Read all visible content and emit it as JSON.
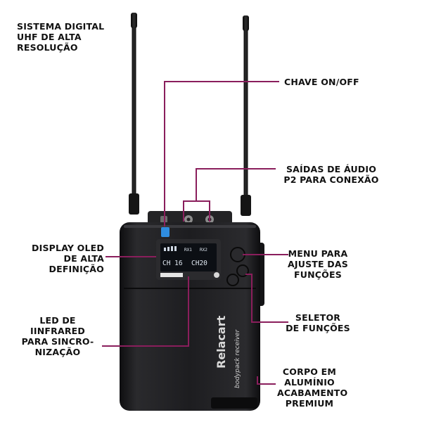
{
  "labels": {
    "system": "SISTEMA DIGITAL\nUHF DE ALTA\nRESOLUÇÃO",
    "power": "CHAVE ON/OFF",
    "audio": "SAÍDAS DE ÁUDIO\nP2 PARA CONEXÃO",
    "display": "DISPLAY OLED\nDE ALTA\nDEFINIÇÃO",
    "menu": "MENU PARA\nAJUSTE DAS\nFUNÇÕES",
    "led": "LED DE\nIINFRARED\nPARA SINCRO-\nNIZAÇÃO",
    "selector": "SELETOR\nDE FUNÇÕES",
    "body": "CORPO EM\nALUMÍNIO\nACABAMENTO\nPREMIUM"
  },
  "device": {
    "brand": "Relacart",
    "subtitle": "bodypack receiver",
    "screen_ch1": "CH 16",
    "screen_ch2": "CH20",
    "screen_rx1": "RX1",
    "screen_rx2": "RX2"
  },
  "colors": {
    "callout_line": "#8a1e5c",
    "device_body": "#1c1c1e",
    "text": "#111111"
  }
}
